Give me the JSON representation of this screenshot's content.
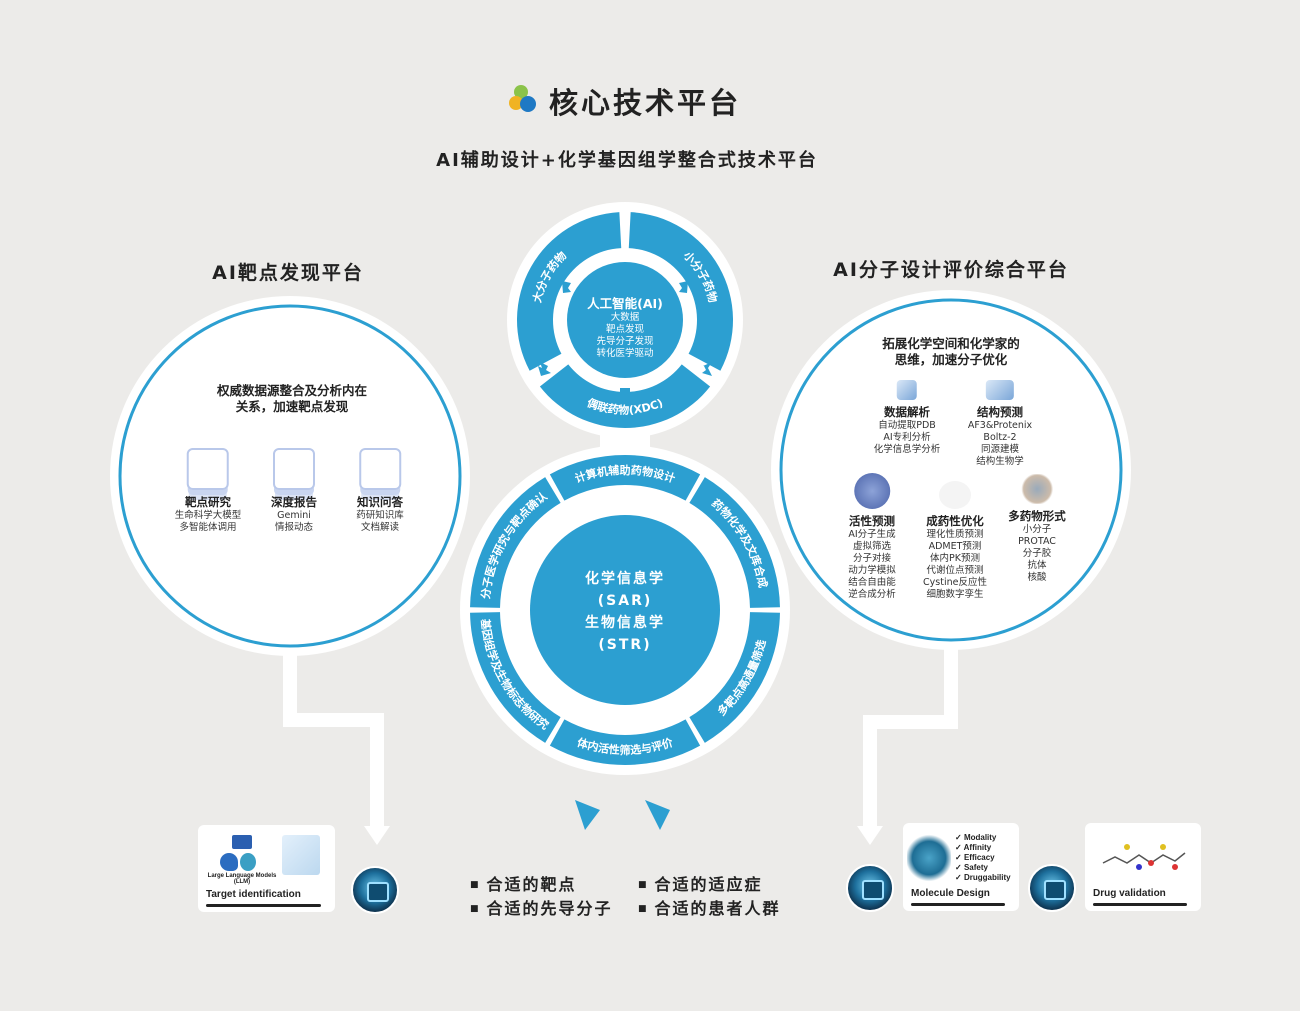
{
  "header": {
    "title": "核心技术平台",
    "subtitle": "AI辅助设计+化学基因组学整合式技术平台"
  },
  "left": {
    "title": "AI靶点发现平台",
    "heading": [
      "权威数据源整合及分析内在",
      "关系，加速靶点发现"
    ],
    "items": [
      {
        "title": "靶点研究",
        "lines": [
          "生命科学大模型",
          "多智能体调用"
        ],
        "icon": "target-icon"
      },
      {
        "title": "深度报告",
        "lines": [
          "Gemini",
          "情报动态"
        ],
        "icon": "report-icon"
      },
      {
        "title": "知识问答",
        "lines": [
          "药研知识库",
          "文档解读"
        ],
        "icon": "book-icon"
      }
    ]
  },
  "right": {
    "title": "AI分子设计评价综合平台",
    "heading": [
      "拓展化学空间和化学家的",
      "思维，加速分子优化"
    ],
    "items": [
      {
        "title": "数据解析",
        "lines": [
          "自动提取PDB",
          "AI专利分析",
          "化学信息学分析"
        ]
      },
      {
        "title": "结构预测",
        "lines": [
          "AF3&Protenix",
          "Boltz-2",
          "同源建模",
          "结构生物学"
        ]
      },
      {
        "title": "活性预测",
        "lines": [
          "AI分子生成",
          "虚拟筛选",
          "分子对接",
          "动力学模拟",
          "结合自由能",
          "逆合成分析"
        ]
      },
      {
        "title": "成药性优化",
        "lines": [
          "理化性质预测",
          "ADMET预测",
          "体内PK预测",
          "代谢位点预测",
          "Cystine反应性",
          "细胞数字孪生"
        ]
      },
      {
        "title": "多药物形式",
        "lines": [
          "小分子",
          "PROTAC",
          "分子胶",
          "抗体",
          "核酸"
        ]
      }
    ]
  },
  "top_ring": {
    "center": {
      "title": "人工智能(AI)",
      "lines": [
        "大数据",
        "靶点发现",
        "先导分子发现",
        "转化医学驱动"
      ]
    },
    "segments": [
      "大分子药物",
      "小分子药物",
      "偶联药物(XDC)"
    ]
  },
  "bottom_ring": {
    "center": [
      "化学信息学",
      "(SAR)",
      "生物信息学",
      "(STR)"
    ],
    "segments": [
      "计算机辅助药物设计",
      "药物化学及文库合成",
      "多靶点高通量筛选",
      "体内活性筛选与评价",
      "基因组学及生物标志物研究",
      "分子医学研究与靶点确认"
    ]
  },
  "cards": {
    "target": {
      "label": "Target identification",
      "llm": "Large Language Models (LLM)"
    },
    "molecule": {
      "label": "Molecule Design",
      "checks": [
        "Modality",
        "Affinity",
        "Efficacy",
        "Safety",
        "Druggability"
      ]
    },
    "drug": {
      "label": "Drug validation"
    }
  },
  "outcomes": [
    "合适的靶点",
    "合适的适应症",
    "合适的先导分子",
    "合适的患者人群"
  ],
  "colors": {
    "blue": "#2c9fd1",
    "bg": "#ecebe9"
  }
}
